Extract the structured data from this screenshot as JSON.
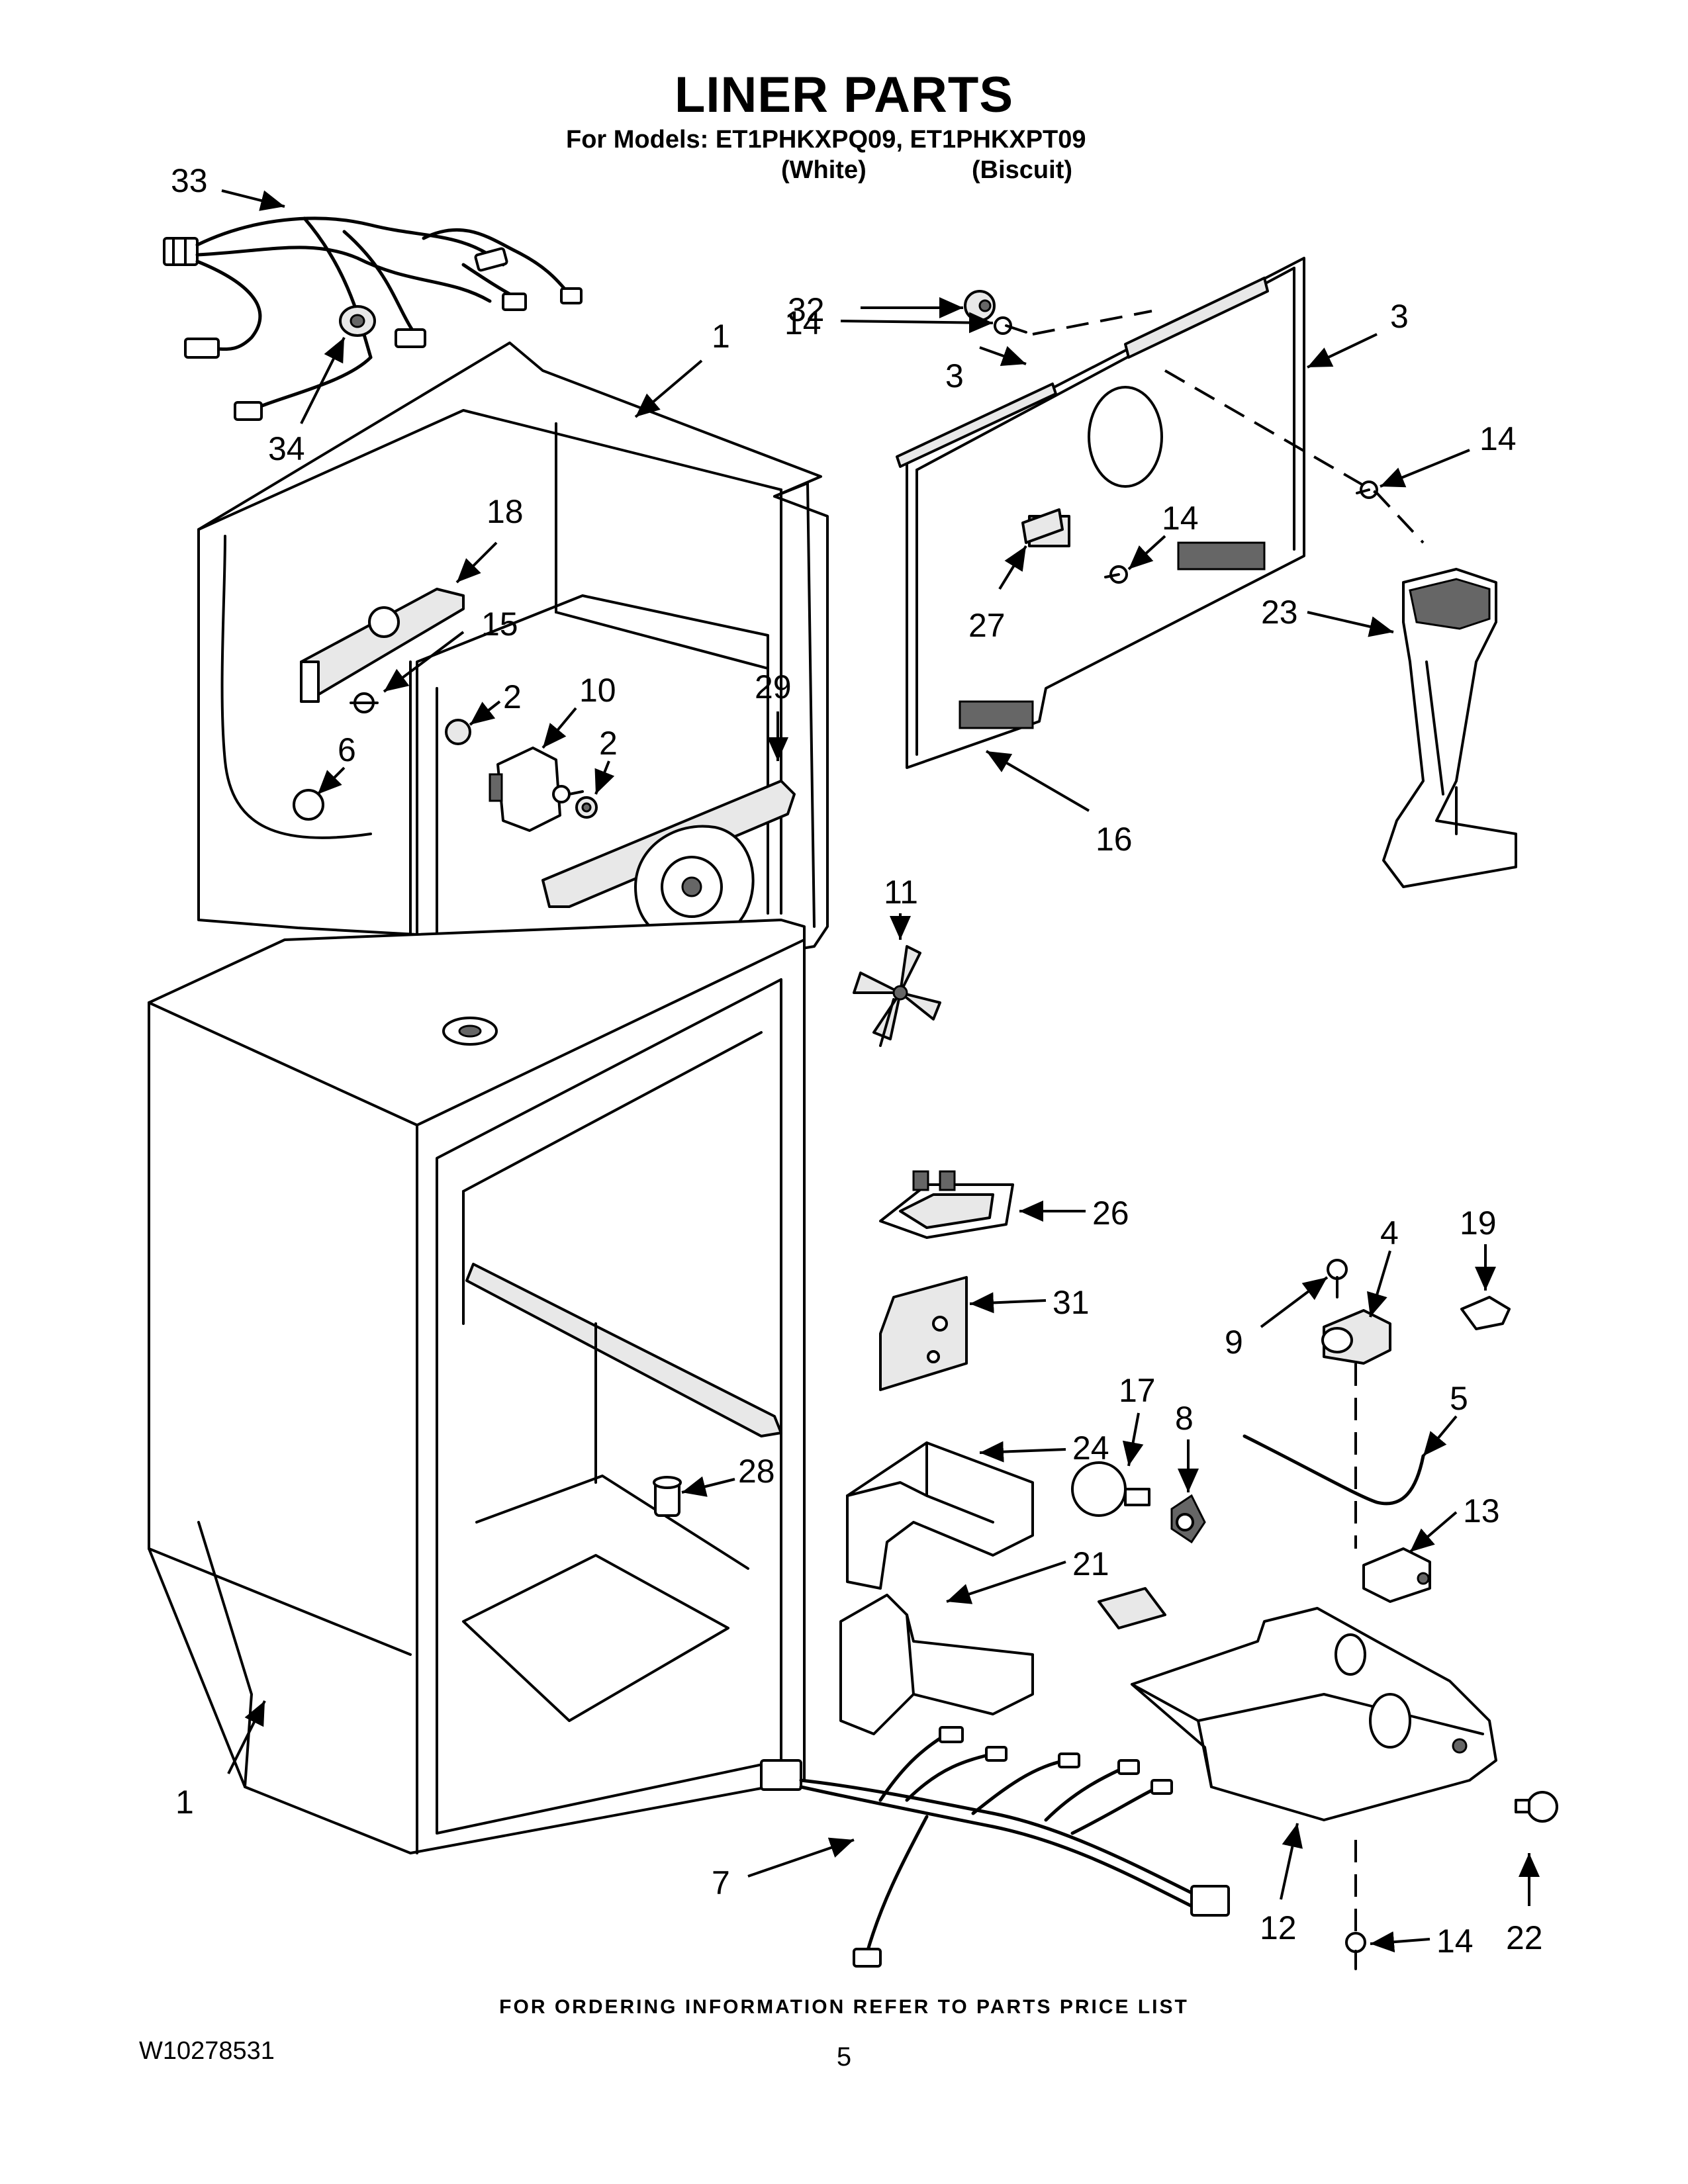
{
  "header": {
    "title": "LINER PARTS",
    "models_line": "For Models: ET1PHKXPQ09, ET1PHKXPT09",
    "color_white": "(White)",
    "color_biscuit": "(Biscuit)"
  },
  "callouts": {
    "c33": "33",
    "c34": "34",
    "c1_top": "1",
    "c18": "18",
    "c15": "15",
    "c2_a": "2",
    "c10": "10",
    "c2_b": "2",
    "c6": "6",
    "c29": "29",
    "c11": "11",
    "c32": "32",
    "c14_a": "14",
    "c3_a": "3",
    "c3_b": "3",
    "c14_b": "14",
    "c14_c": "14",
    "c27": "27",
    "c23": "23",
    "c16": "16",
    "c26": "26",
    "c31": "31",
    "c19": "19",
    "c4": "4",
    "c9": "9",
    "c5": "5",
    "c17": "17",
    "c8": "8",
    "c24": "24",
    "c28": "28",
    "c21": "21",
    "c13": "13",
    "c1_bottom": "1",
    "c7": "7",
    "c12": "12",
    "c14_d": "14",
    "c22": "22"
  },
  "footer": {
    "note": "FOR ORDERING INFORMATION REFER TO PARTS PRICE LIST",
    "doc_number": "W10278531",
    "page_number": "5"
  }
}
